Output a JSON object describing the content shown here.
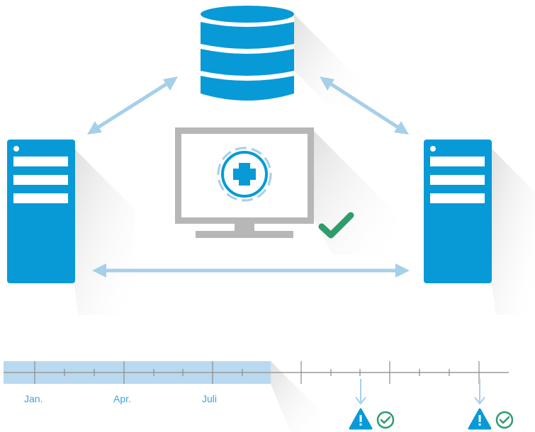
{
  "colors": {
    "blue": "#079ad6",
    "light_blue": "#a6cfe9",
    "gray": "#b7b7b7",
    "green": "#2e9c6b",
    "timeline_axis": "#9a9a9a",
    "timeline_band": "#b9d9f0",
    "label": "#3aa3d8"
  },
  "diagram": {
    "nodes": [
      {
        "name": "database",
        "icon": "database-icon"
      },
      {
        "name": "server-left",
        "icon": "server-icon"
      },
      {
        "name": "server-right",
        "icon": "server-icon"
      },
      {
        "name": "monitor",
        "icon": "monitor-medical-icon"
      }
    ],
    "connections": [
      {
        "from": "server-left",
        "to": "database",
        "type": "bidirectional"
      },
      {
        "from": "database",
        "to": "server-right",
        "type": "bidirectional"
      },
      {
        "from": "server-left",
        "to": "server-right",
        "type": "bidirectional"
      }
    ],
    "status_icon": "checkmark-icon"
  },
  "timeline": {
    "labels": [
      "Jan.",
      "Apr.",
      "Juli"
    ],
    "markers": [
      {
        "icons": [
          "warning-icon",
          "check-circle-icon"
        ]
      },
      {
        "icons": [
          "warning-icon",
          "check-circle-icon"
        ]
      }
    ]
  }
}
